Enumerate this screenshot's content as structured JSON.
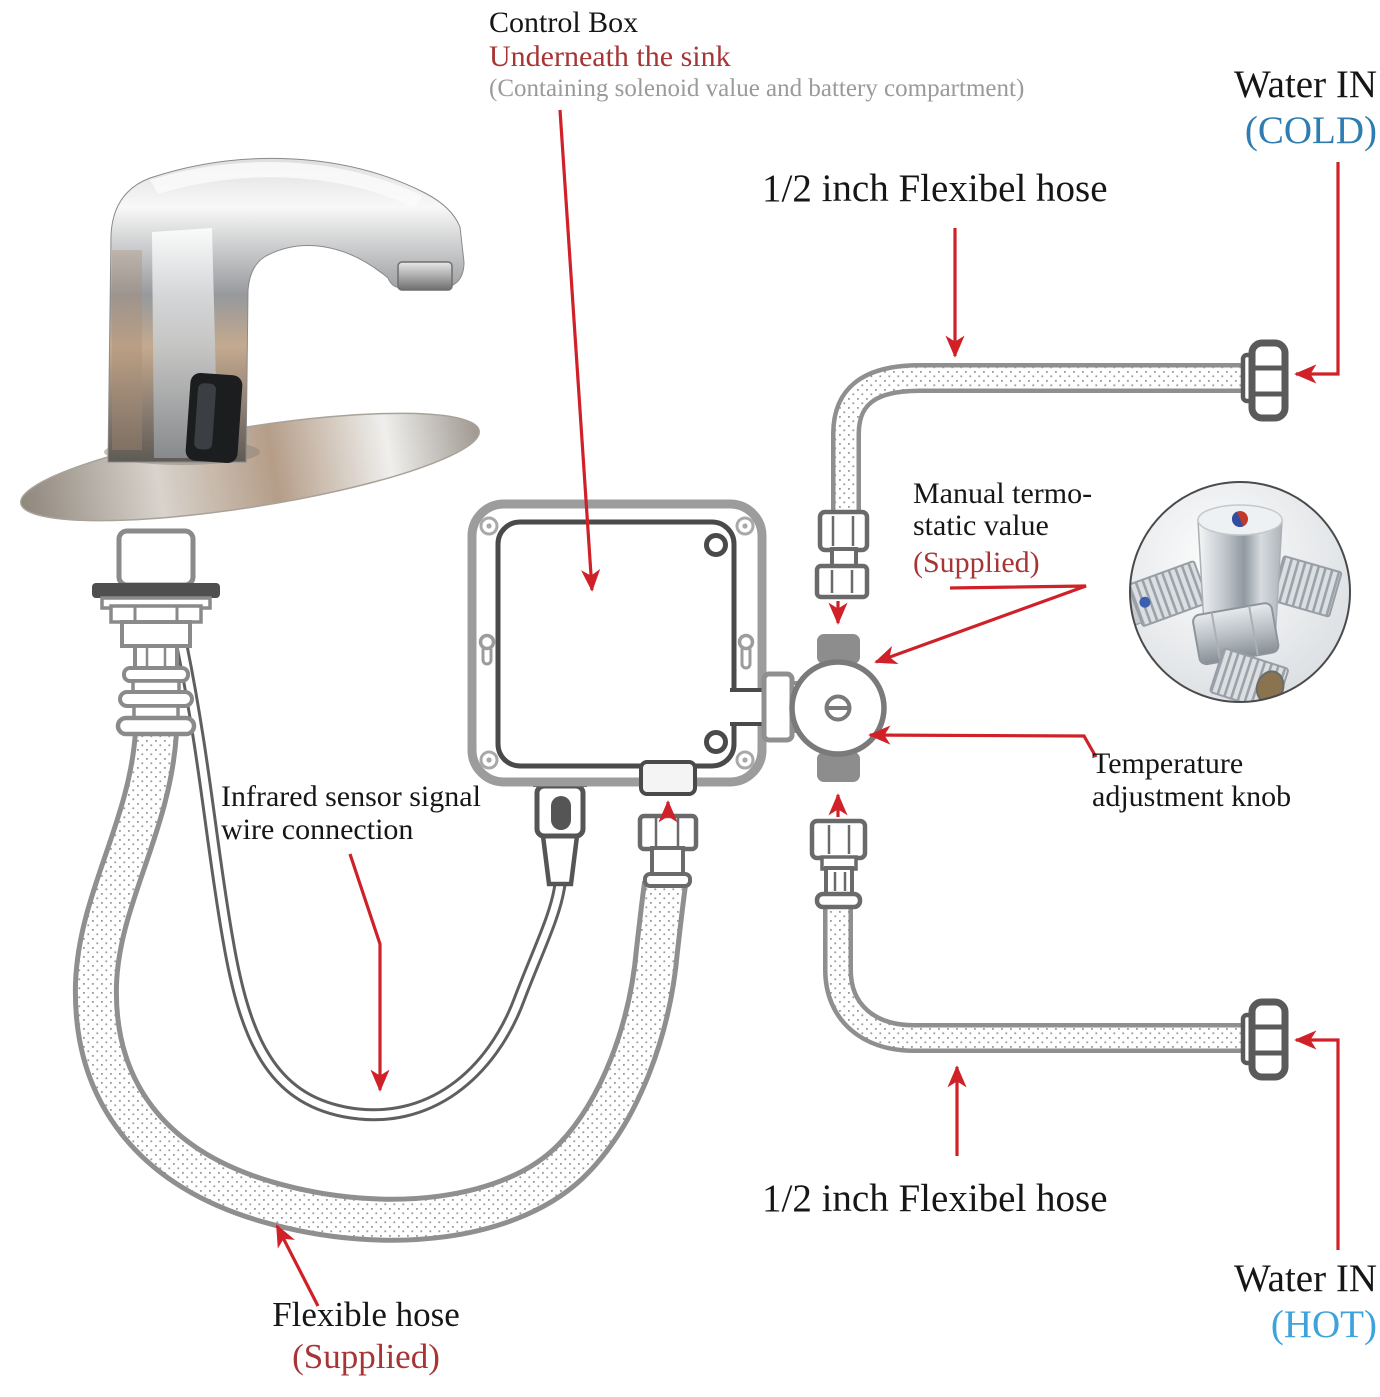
{
  "colors": {
    "label_red": "#a73535",
    "arrow_red": "#cf2127",
    "cold_blue": "#2e7cb0",
    "hot_blue": "#3ea2db",
    "note_gray": "#9a9a9a",
    "diagram_gray": "#8f8f8f",
    "dark_gray": "#4a4a4a"
  },
  "labels": {
    "control_box": {
      "title": "Control Box",
      "subtitle": "Underneath the sink",
      "note": "(Containing solenoid value and battery compartment)"
    },
    "water_in_cold": {
      "title": "Water IN",
      "temp": "(COLD)"
    },
    "hose_top": {
      "text": "1/2 inch Flexibel hose"
    },
    "manual_valve": {
      "line1": "Manual termo-",
      "line2": "static value",
      "note": "(Supplied)"
    },
    "temperature_knob": {
      "line1": "Temperature",
      "line2": "adjustment knob"
    },
    "infrared_sensor": {
      "line1": "Infrared sensor signal",
      "line2": "wire connection"
    },
    "hose_bottom": {
      "text": "1/2 inch Flexibel hose"
    },
    "water_in_hot": {
      "title": "Water IN",
      "temp": "(HOT)"
    },
    "flexible_hose": {
      "title": "Flexible hose",
      "note": "(Supplied)"
    }
  },
  "components": {
    "faucet": "automatic sensor faucet",
    "control_box": "control box with solenoid valve and battery compartment",
    "thermostatic_valve": "manual thermostatic mixing valve",
    "valve_photo": "thermostatic valve product photo",
    "cold_hose": "1/2 inch flexible hose to cold water inlet",
    "hot_hose": "1/2 inch flexible hose to hot water inlet",
    "faucet_hose": "flexible supply hose (supplied)",
    "sensor_wire": "infrared sensor signal wire"
  }
}
